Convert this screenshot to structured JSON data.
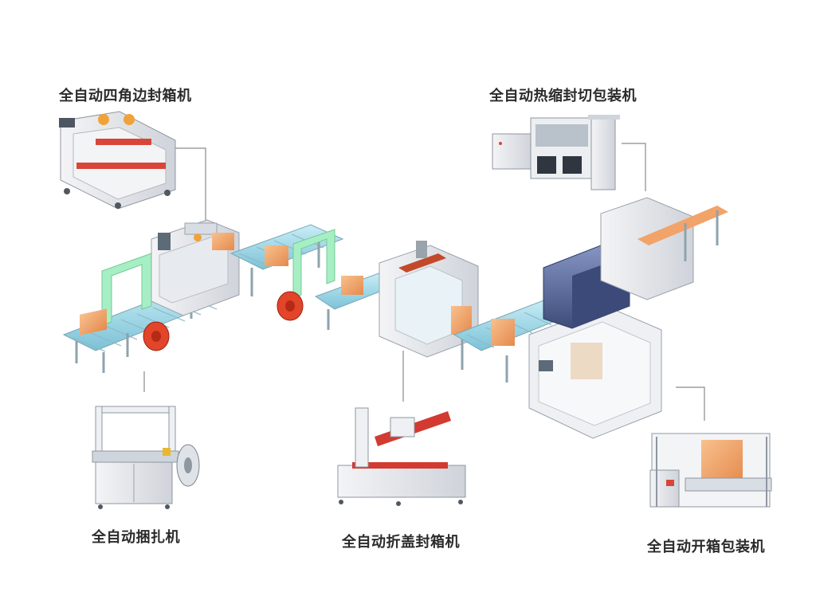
{
  "labels": {
    "corner_sealer": "全自动四角边封箱机",
    "shrink_wrapper": "全自动热缩封切包装机",
    "strapping": "全自动捆扎机",
    "fold_sealer": "全自动折盖封箱机",
    "case_erector": "全自动开箱包装机"
  },
  "colors": {
    "roller": "#9fd7e6",
    "frame": "#8aa9b8",
    "strap_frame": "#a6efc4",
    "reel": "#e2452a",
    "box": "#f2a36a",
    "machine_red": "#d43a32",
    "tunnel": "#5a6d9c"
  }
}
